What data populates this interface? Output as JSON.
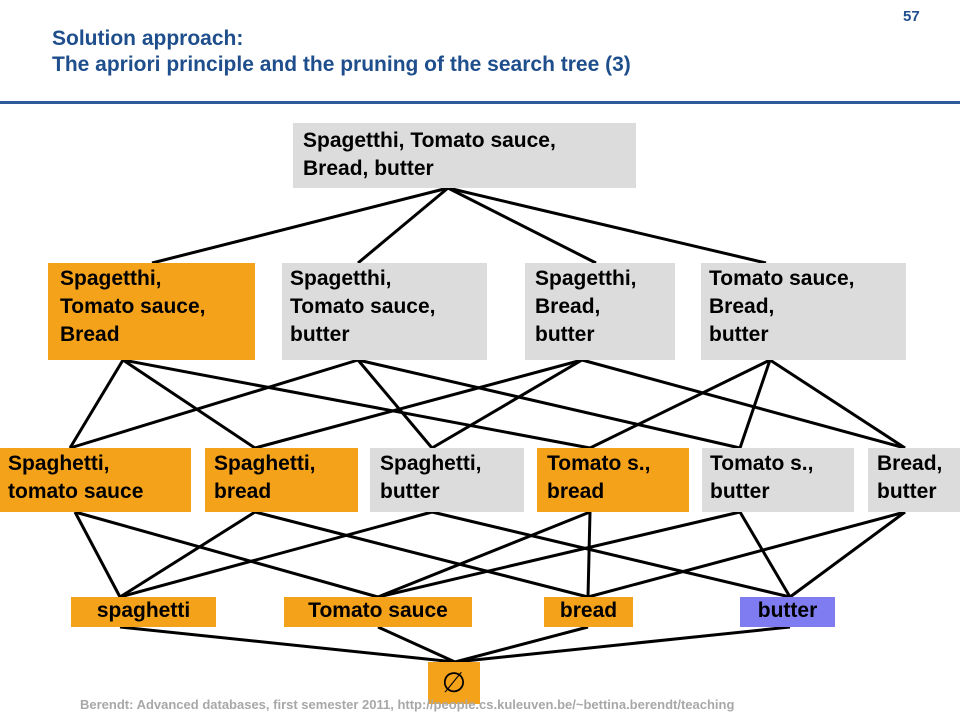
{
  "header": {
    "title_line1": "Solution approach:",
    "title_line2": "The apriori principle and the pruning of the search tree (3)",
    "page_number": "57"
  },
  "lattice": {
    "top": [
      "Spagetthi, Tomato sauce,",
      "Bread, butter"
    ],
    "level3": [
      [
        "Spagetthi,",
        "Tomato sauce,",
        "Bread"
      ],
      [
        "Spagetthi,",
        "Tomato sauce,",
        "butter"
      ],
      [
        "Spagetthi,",
        "Bread,",
        "butter"
      ],
      [
        "Tomato sauce,",
        "Bread,",
        "butter"
      ]
    ],
    "level2": [
      [
        "Spaghetti,",
        "tomato sauce"
      ],
      [
        "Spaghetti,",
        "bread"
      ],
      [
        "Spaghetti,",
        "butter"
      ],
      [
        "Tomato s.,",
        "bread"
      ],
      [
        "Tomato s.,",
        "butter"
      ],
      [
        "Bread,",
        "butter"
      ]
    ],
    "level1": [
      "spaghetti",
      "Tomato sauce",
      "bread",
      "butter"
    ],
    "empty": "∅"
  },
  "colors": {
    "pruned_frequent": "#f5a21b",
    "neutral": "#dcdcdc",
    "highlight": "#7e7cf0",
    "title": "#1f4e8c"
  },
  "footer": "Berendt: Advanced databases, first semester 2011, http://people.cs.kuleuven.be/~bettina.berendt/teaching"
}
